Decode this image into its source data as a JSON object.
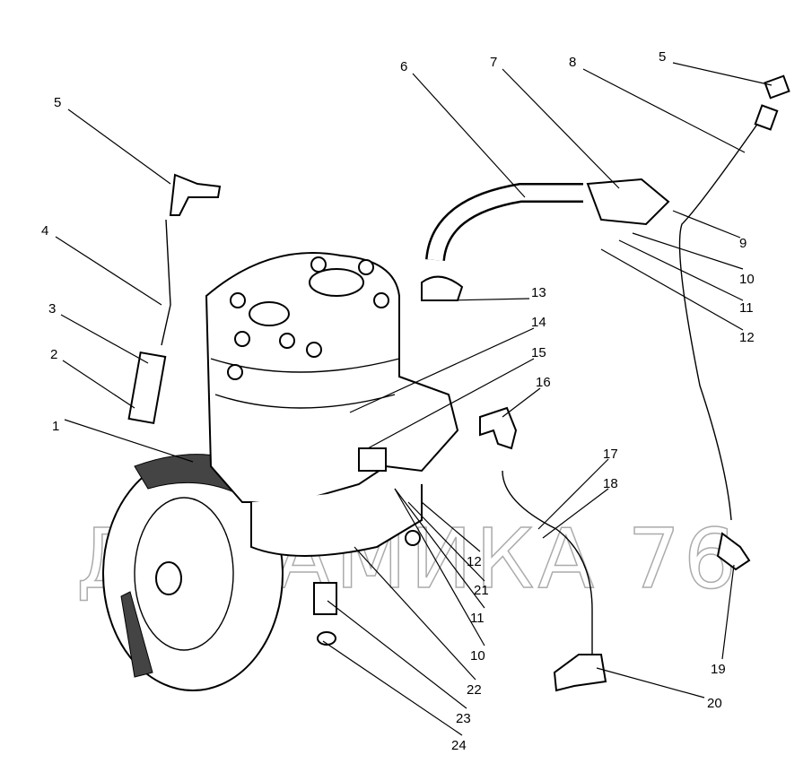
{
  "watermark": "ДИНАМИКА 76",
  "callouts": [
    "1",
    "2",
    "3",
    "4",
    "5",
    "5",
    "6",
    "7",
    "8",
    "9",
    "10",
    "10",
    "11",
    "11",
    "12",
    "12",
    "13",
    "14",
    "15",
    "16",
    "17",
    "18",
    "19",
    "20",
    "21",
    "22",
    "23",
    "24"
  ]
}
